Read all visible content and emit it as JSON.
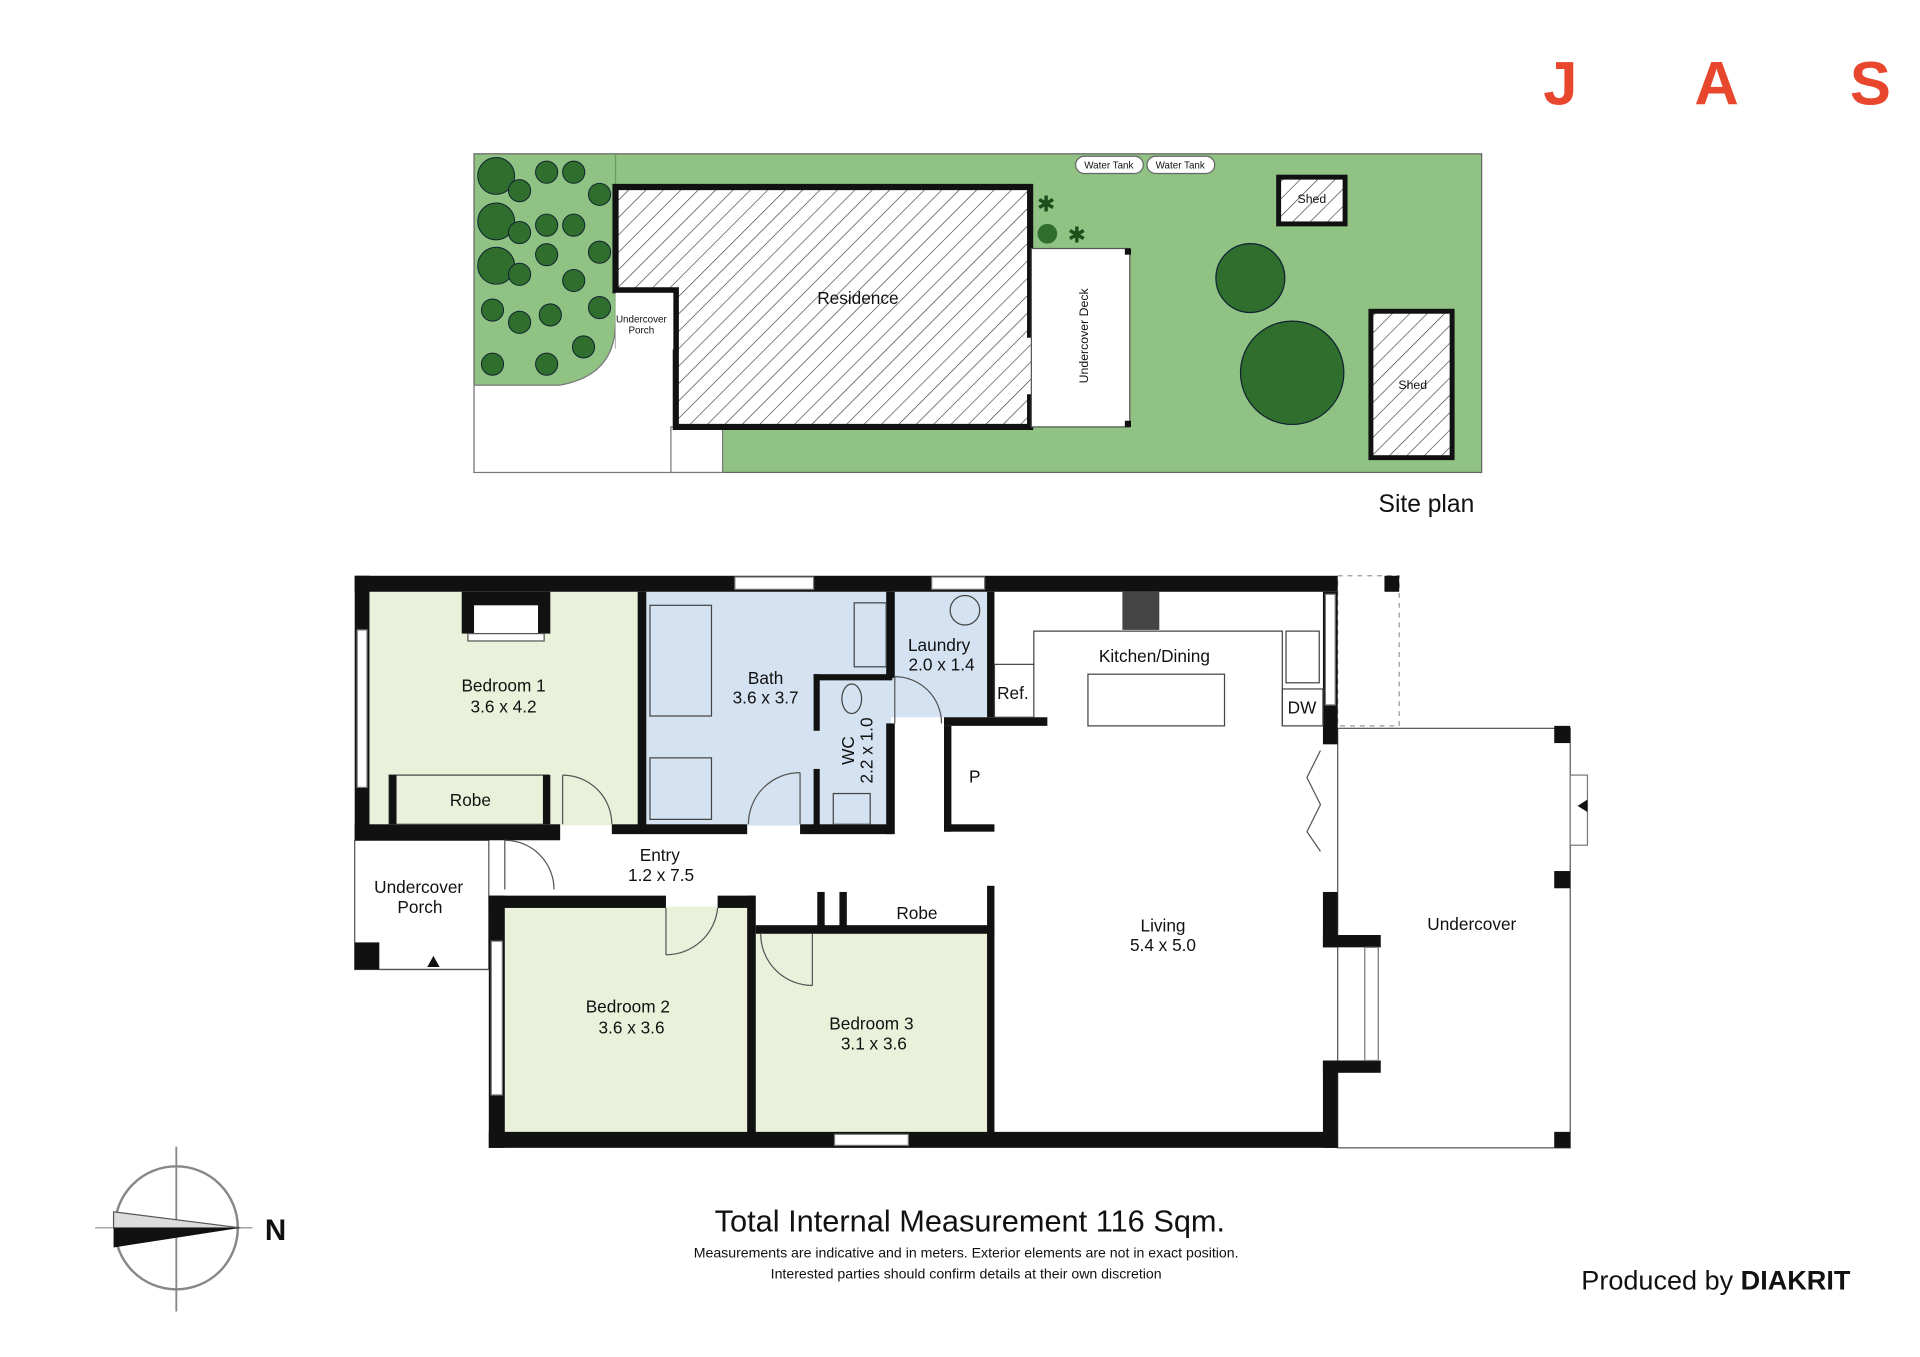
{
  "logo": {
    "letters": [
      "J",
      "A",
      "S"
    ],
    "color": "#e8472e"
  },
  "site_plan": {
    "title": "Site plan",
    "residence": "Residence",
    "porch": [
      "Undercover",
      "Porch"
    ],
    "deck": "Undercover Deck",
    "water_tanks": [
      "Water Tank",
      "Water Tank"
    ],
    "sheds": [
      "Shed",
      "Shed"
    ],
    "colors": {
      "lawn": "#8fc283",
      "tree": "#2f6e2c"
    }
  },
  "floor_plan": {
    "rooms": {
      "bedroom1": {
        "name": "Bedroom 1",
        "size": "3.6 x 4.2"
      },
      "robe1": {
        "name": "Robe"
      },
      "bath": {
        "name": "Bath",
        "size": "3.6 x 3.7"
      },
      "wc": {
        "name": "WC",
        "size": "2.2 x 1.0"
      },
      "laundry": {
        "name": "Laundry",
        "size": "2.0 x 1.4"
      },
      "kitchen": {
        "name": "Kitchen/Dining"
      },
      "ref": {
        "name": "Ref."
      },
      "dw": {
        "name": "DW"
      },
      "pantry": {
        "name": "P"
      },
      "entry": {
        "name": "Entry",
        "size": "1.2 x 7.5"
      },
      "porch": {
        "name": "Undercover",
        "name2": "Porch"
      },
      "robe2": {
        "name": "Robe"
      },
      "living": {
        "name": "Living",
        "size": "5.4 x 5.0"
      },
      "undercover": {
        "name": "Undercover"
      },
      "bedroom2": {
        "name": "Bedroom 2",
        "size": "3.6 x 3.6"
      },
      "bedroom3": {
        "name": "Bedroom 3",
        "size": "3.1 x 3.6"
      }
    },
    "colors": {
      "bedroom": "#e9f1db",
      "wet": "#d4e2f1"
    }
  },
  "compass": {
    "label": "N"
  },
  "footer": {
    "total": "Total Internal Measurement 116 Sqm.",
    "disclaimer1": "Measurements are indicative and in meters. Exterior elements are not in exact position.",
    "disclaimer2": "Interested parties should confirm details at their own discretion",
    "produced_by": "Produced by",
    "brand": "DIAKRIT"
  }
}
